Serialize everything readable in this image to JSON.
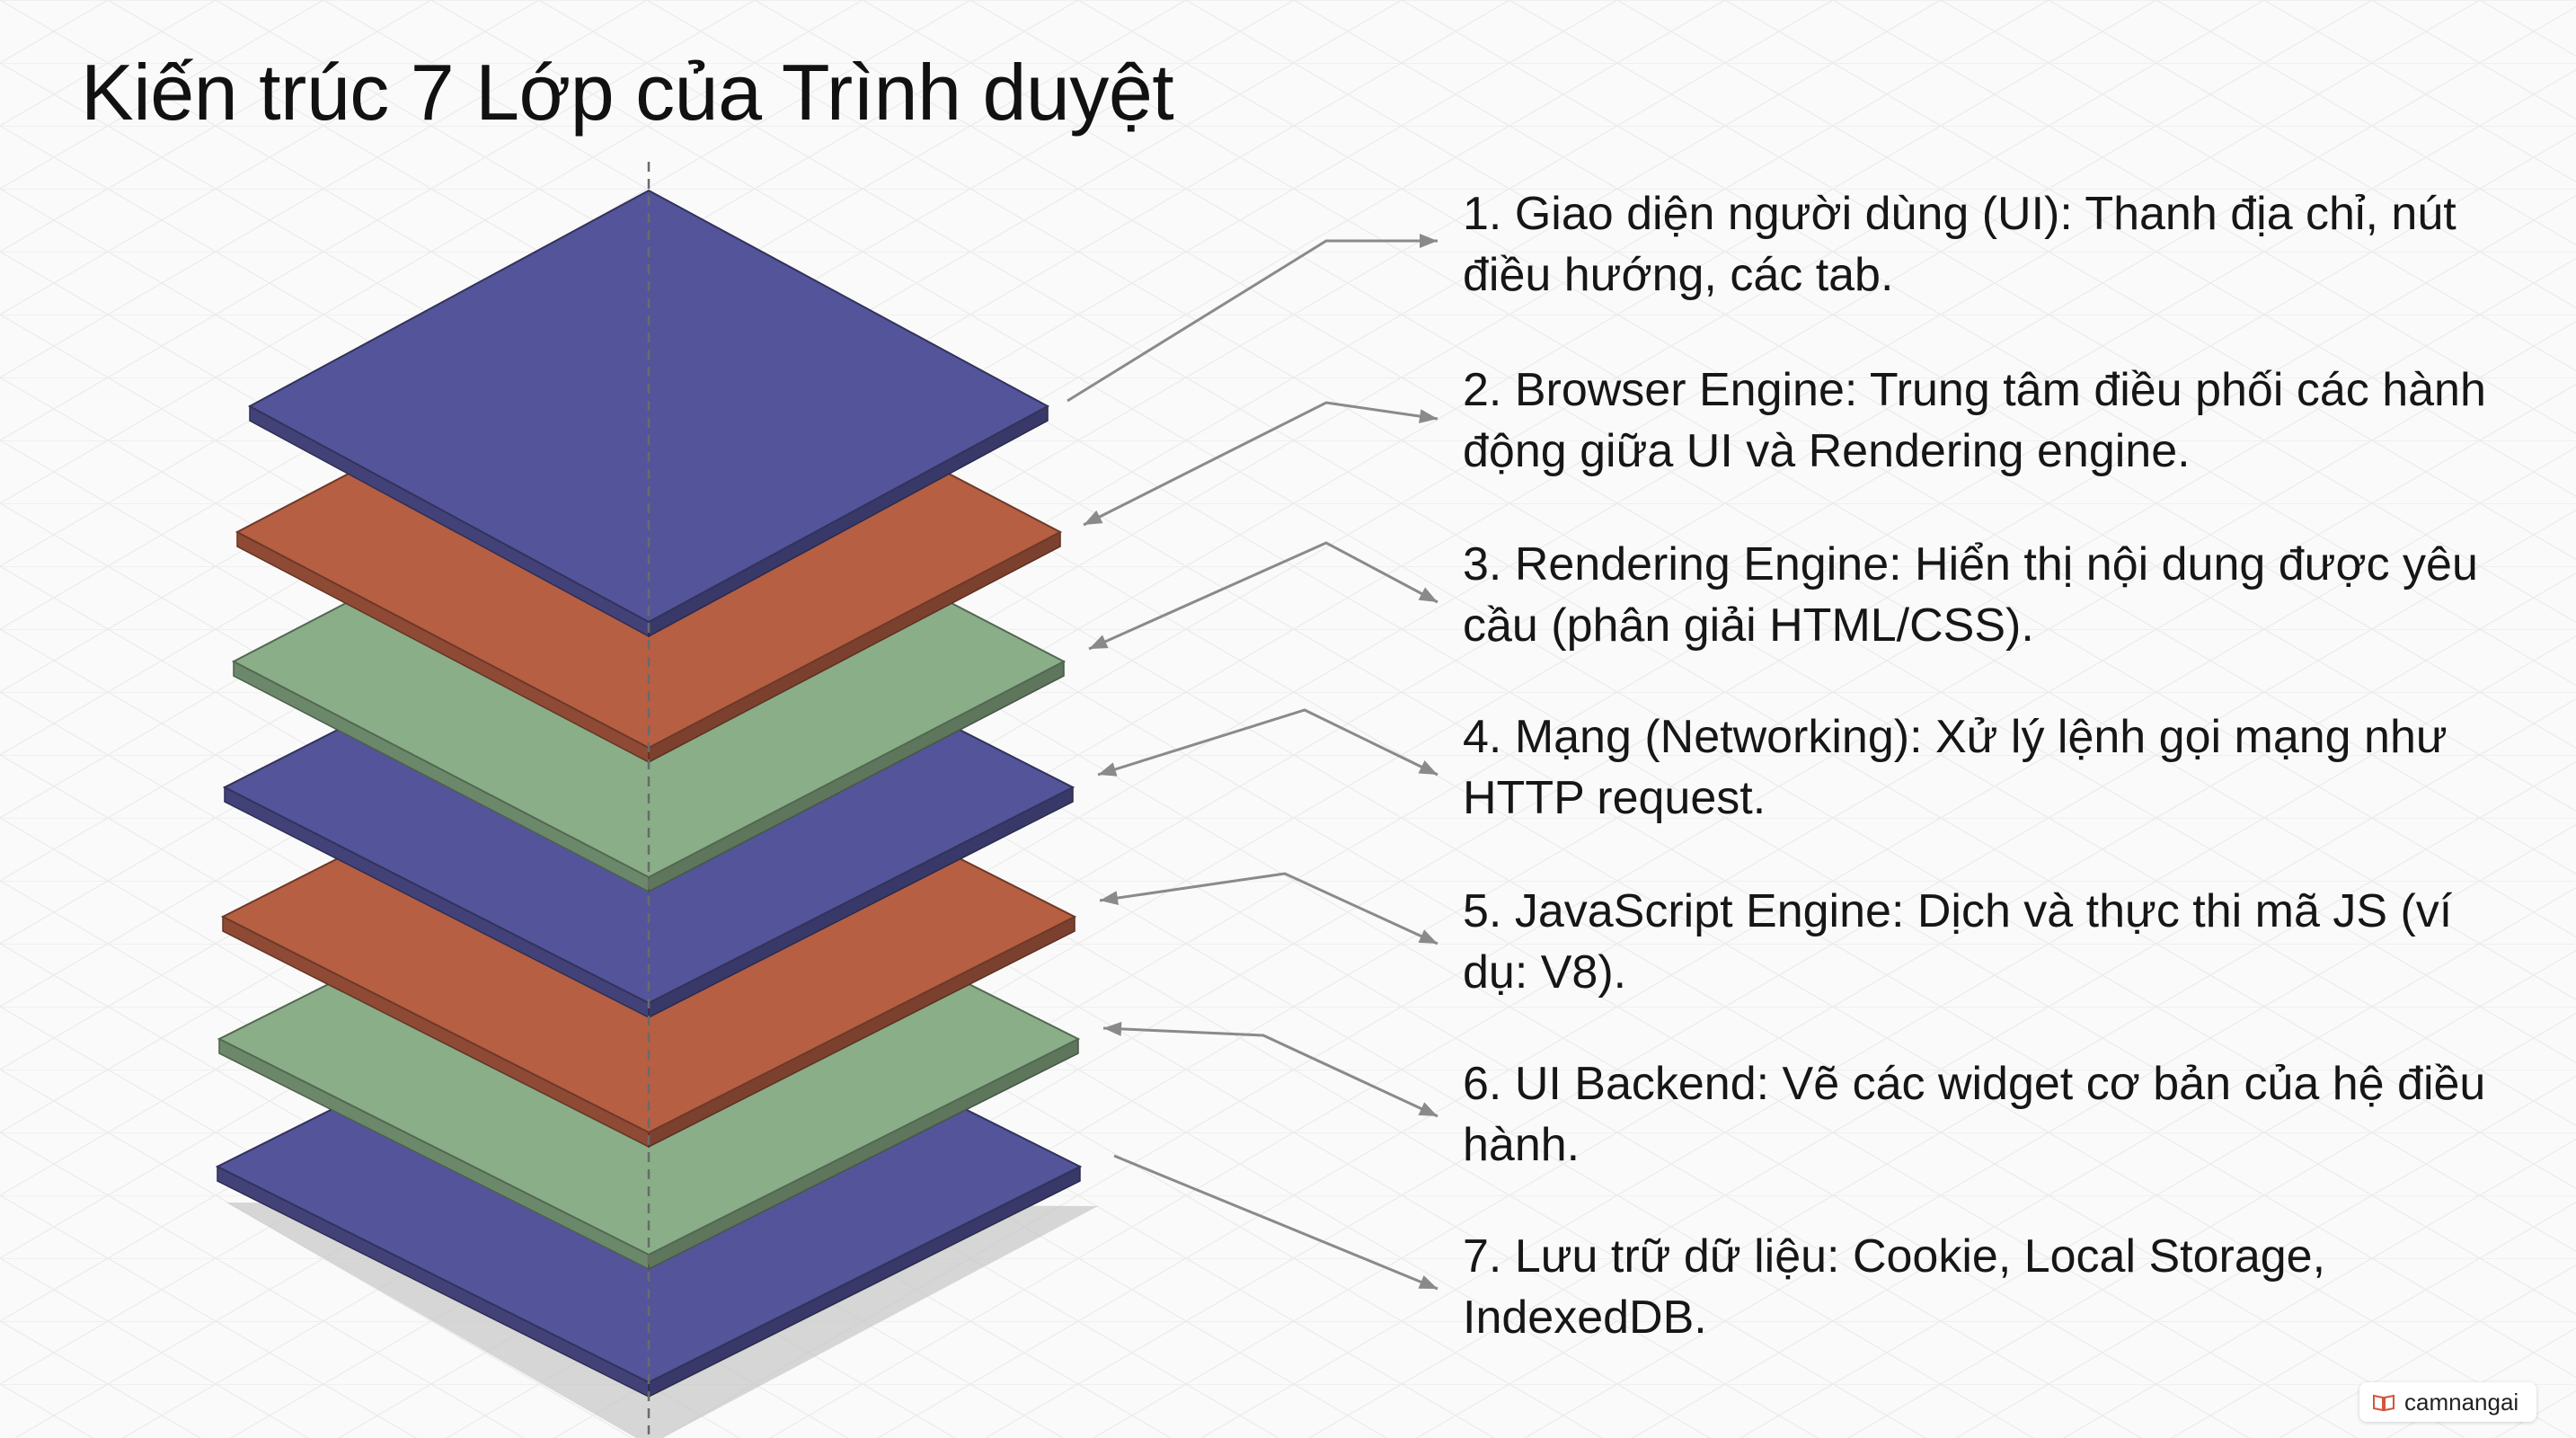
{
  "title": "Kiến trúc 7 Lớp của Trình duyệt",
  "layers": [
    {
      "label": "1. Giao diện người dùng (UI): Thanh địa chỉ, nút điều hướng, các tab.",
      "color": "#54549a"
    },
    {
      "label": "2. Browser Engine: Trung tâm điều phối các hành động giữa UI và Rendering engine.",
      "color": "#b65f43"
    },
    {
      "label": "3. Rendering Engine: Hiển thị nội dung được yêu cầu (phân giải HTML/CSS).",
      "color": "#8aae88"
    },
    {
      "label": "4. Mạng (Networking): Xử lý lệnh gọi mạng như HTTP request.",
      "color": "#54549a"
    },
    {
      "label": "5. JavaScript Engine: Dịch và thực thi mã JS (ví dụ: V8).",
      "color": "#b65f43"
    },
    {
      "label": "6. UI Backend: Vẽ các widget cơ bản của hệ điều hành.",
      "color": "#8aae88"
    },
    {
      "label": "7. Lưu trữ dữ liệu: Cookie, Local Storage, IndexedDB.",
      "color": "#54549a"
    }
  ],
  "watermark": {
    "text": "camnangai",
    "icon": "book-icon"
  },
  "colors": {
    "background": "#fafafa",
    "grid": "#ebebeb",
    "connector": "#8a8a8a",
    "axis": "#6a6a6a",
    "shadow": "#c6c6c6"
  }
}
